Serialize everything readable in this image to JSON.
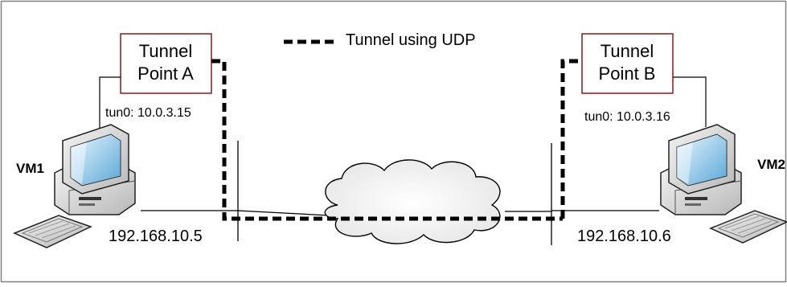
{
  "legend": {
    "label": "Tunnel using UDP"
  },
  "tunnel_a": {
    "line1": "Tunnel",
    "line2": "Point A",
    "tun_label": "tun0: 10.0.3.15"
  },
  "tunnel_b": {
    "line1": "Tunnel",
    "line2": "Point B",
    "tun_label": "tun0: 10.0.3.16"
  },
  "vm1": {
    "name": "VM1",
    "ip": "192.168.10.5"
  },
  "vm2": {
    "name": "VM2",
    "ip": "192.168.10.6"
  },
  "colors": {
    "box_border": "#8b1a1a",
    "tunnel_line": "#000000",
    "frame": "#808080"
  },
  "icons": {
    "computer": "desktop-computer-icon",
    "network": "cloud-icon"
  }
}
